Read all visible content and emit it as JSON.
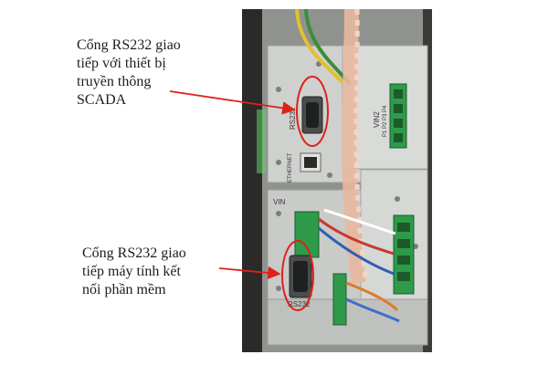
{
  "annotations": [
    {
      "lines": [
        "Cổng RS232 giao",
        "tiếp với thiết bị",
        "truyền thông",
        "SCADA"
      ]
    },
    {
      "lines": [
        "Cổng RS232 giao",
        "tiếp máy tính kết",
        "nối phần mềm"
      ]
    }
  ],
  "device_labels": {
    "rs232_top": "RS232",
    "ethernet": "ETHERNET",
    "vin2": "VIN2",
    "pins": "P1 P2 P3 P4",
    "vin_left": "VIN",
    "rs232_bottom": "RS232"
  },
  "colors": {
    "annotation_arrow": "#e0201a",
    "panel_metal": "#cfd1cf",
    "connector_green": "#2e9a4a"
  }
}
